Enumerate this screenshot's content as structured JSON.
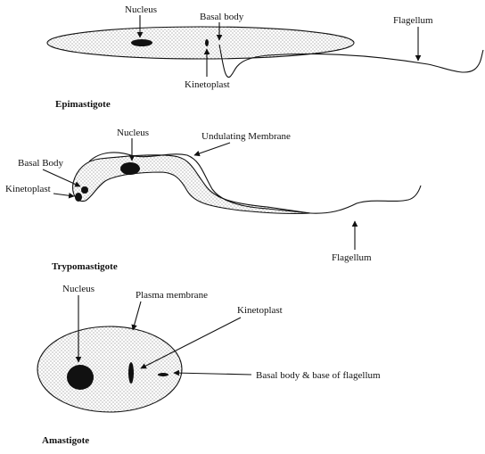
{
  "epimastigote": {
    "title": "Epimastigote",
    "labels": {
      "nucleus": "Nucleus",
      "basal_body": "Basal body",
      "kinetoplast": "Kinetoplast",
      "flagellum": "Flagellum"
    }
  },
  "trypomastigote": {
    "title": "Trypomastigote",
    "labels": {
      "nucleus": "Nucleus",
      "undulating_membrane": "Undulating Membrane",
      "basal_body": "Basal Body",
      "kinetoplast": "Kinetoplast",
      "flagellum": "Flagellum"
    }
  },
  "amastigote": {
    "title": "Amastigote",
    "labels": {
      "nucleus": "Nucleus",
      "plasma_membrane": "Plasma membrane",
      "kinetoplast": "Kinetoplast",
      "basal_body_base_flagellum": "Basal body & base of flagellum"
    }
  }
}
